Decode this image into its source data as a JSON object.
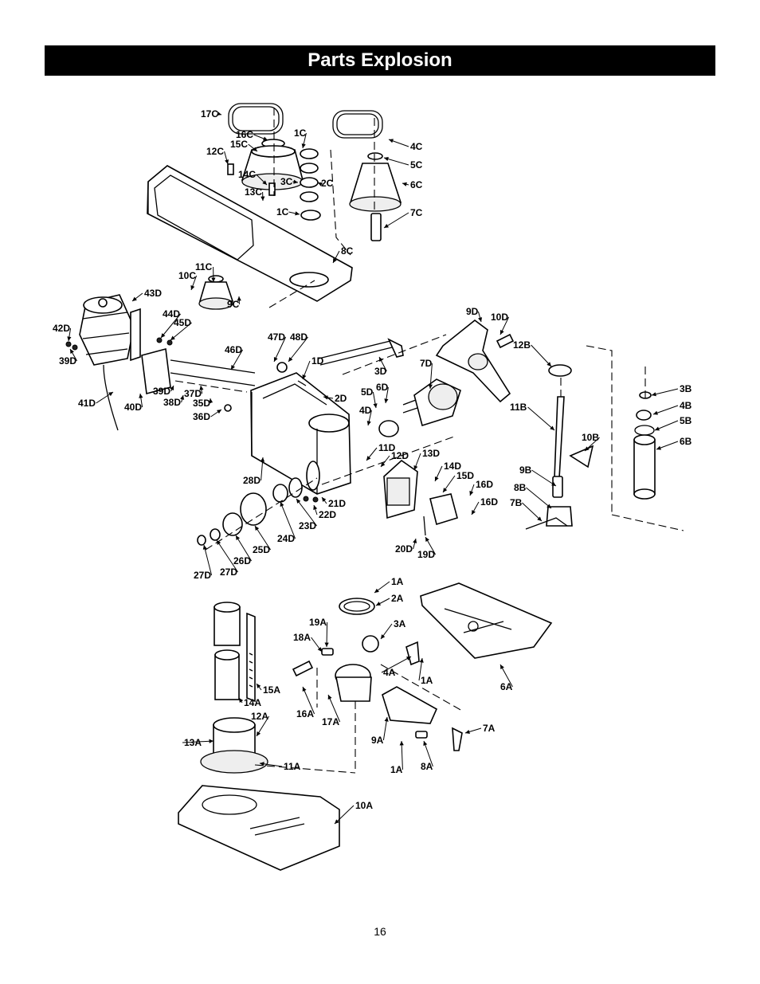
{
  "header": {
    "title": "Parts Explosion"
  },
  "footer": {
    "page_number": "16"
  },
  "labels": [
    "17C",
    "16C",
    "15C",
    "1C",
    "12C",
    "14C",
    "13C",
    "3C",
    "2C",
    "1C",
    "4C",
    "5C",
    "6C",
    "7C",
    "8C",
    "11C",
    "10C",
    "9C",
    "43D",
    "44D",
    "45D",
    "42D",
    "39D",
    "41D",
    "40D",
    "39D",
    "38D",
    "37D",
    "35D",
    "36D",
    "46D",
    "47D",
    "48D",
    "1D",
    "3D",
    "7D",
    "2D",
    "5D",
    "6D",
    "4D",
    "11D",
    "12D",
    "13D",
    "14D",
    "15D",
    "16D",
    "16D",
    "28D",
    "21D",
    "22D",
    "23D",
    "24D",
    "25D",
    "26D",
    "27D",
    "27D",
    "20D",
    "19D",
    "9D",
    "10D",
    "12B",
    "11B",
    "10B",
    "9B",
    "8B",
    "7B",
    "3B",
    "4B",
    "5B",
    "6B",
    "1A",
    "2A",
    "19A",
    "3A",
    "18A",
    "4A",
    "1A",
    "6A",
    "15A",
    "14A",
    "16A",
    "17A",
    "12A",
    "13A",
    "11A",
    "9A",
    "1A",
    "8A",
    "7A",
    "10A"
  ]
}
